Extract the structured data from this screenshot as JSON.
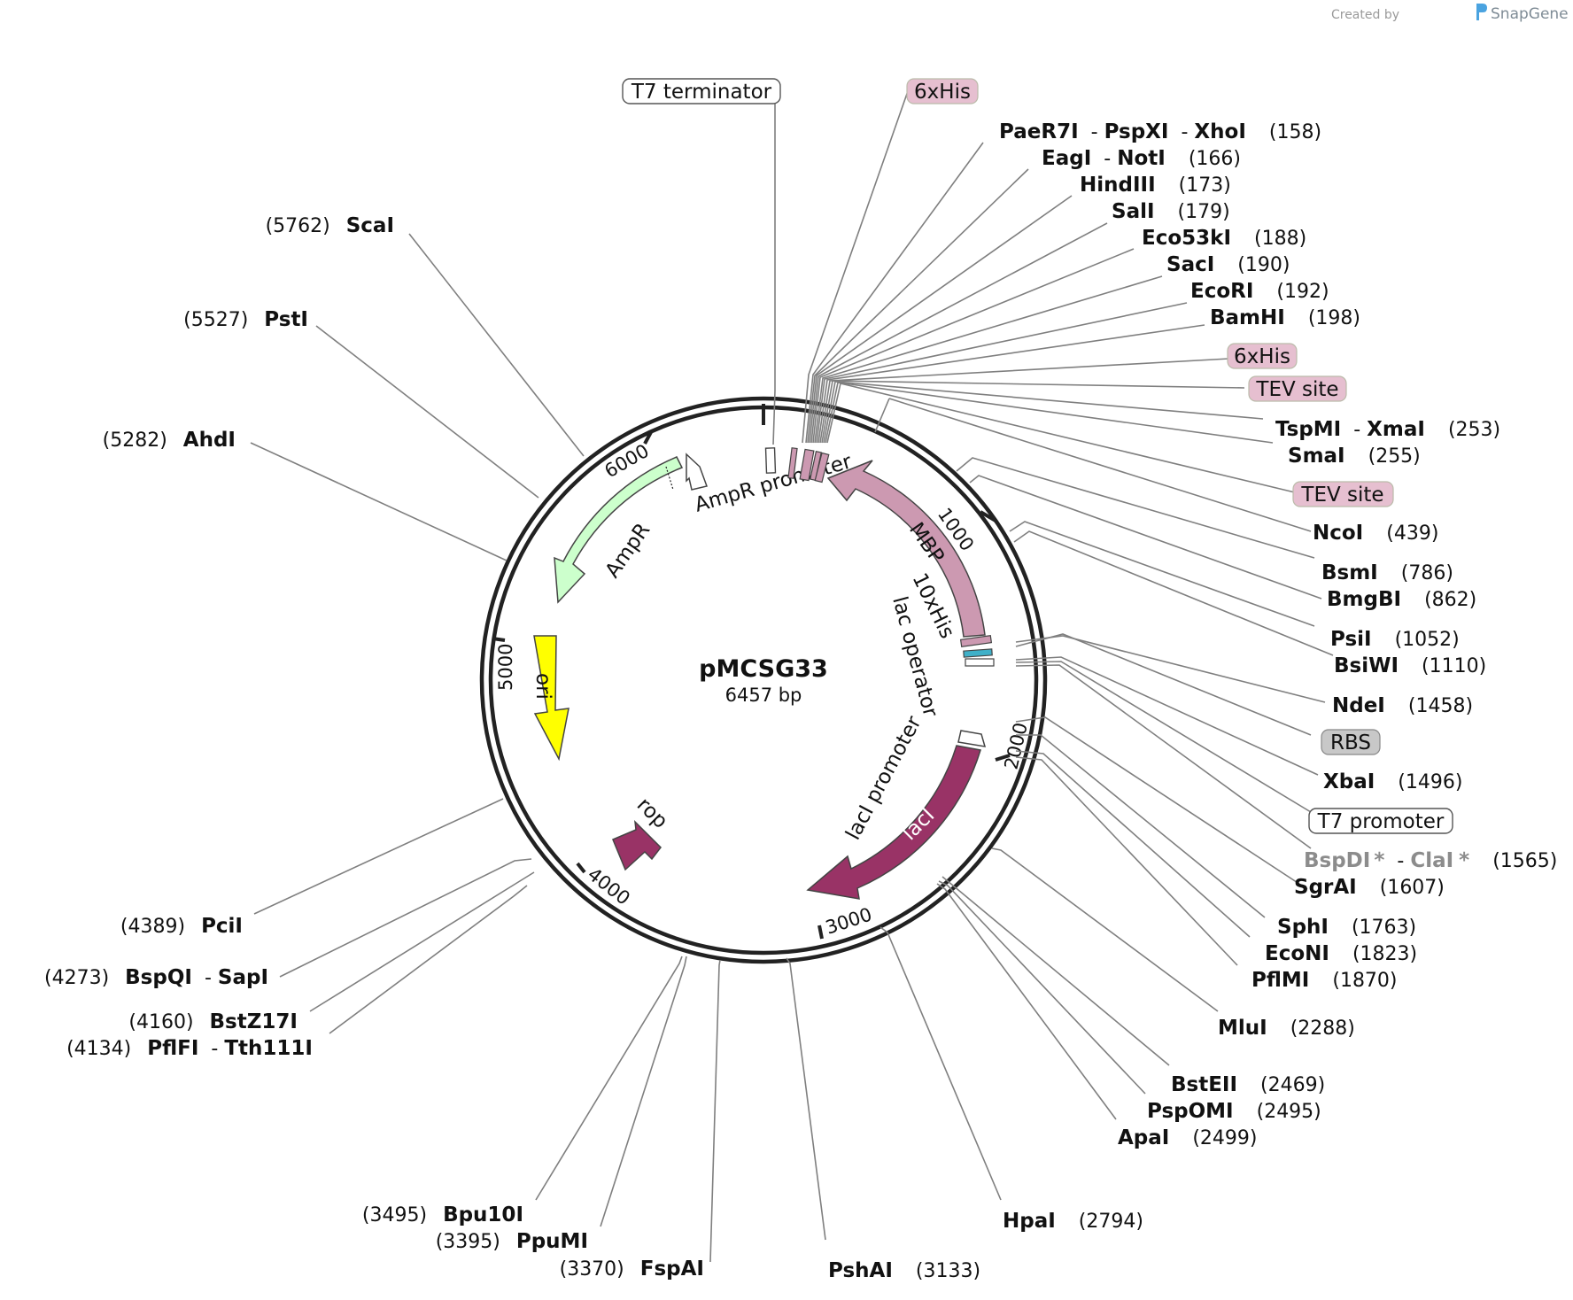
{
  "credit": {
    "created_by": "Created by",
    "app": "SnapGene"
  },
  "plasmid": {
    "name": "pMCSG33",
    "size": "6457 bp"
  },
  "ticks": [
    "1000",
    "2000",
    "3000",
    "4000",
    "5000",
    "6000"
  ],
  "features": {
    "mbp": "MBP",
    "ampr": "AmpR",
    "ampr_promoter": "AmpR promoter",
    "ori": "ori",
    "rop": "rop",
    "laci": "lacI",
    "laci_promoter": "lacI promoter",
    "his10": "10xHis",
    "lac_operator": "lac operator"
  },
  "boxes": {
    "t7_terminator": "T7 terminator",
    "his6_a": "6xHis",
    "his6_b": "6xHis",
    "tev_a": "TEV site",
    "tev_b": "TEV site",
    "rbs": "RBS",
    "t7_promoter": "T7 promoter"
  },
  "colors": {
    "mbp": "#cc99b1",
    "ampr": "#ccffcc",
    "ori": "#ffff00",
    "laci": "#993366",
    "rop": "#993366",
    "tag": "#e6bfd0",
    "rbs": "#c8c8c8"
  },
  "sites": {
    "paer7i": {
      "name": "PaeR7I",
      "name2": "PspXI",
      "name3": "XhoI",
      "pos": "(158)"
    },
    "eagi": {
      "name": "EagI",
      "name2": "NotI",
      "pos": "(166)"
    },
    "hindiii": {
      "name": "HindIII",
      "pos": "(173)"
    },
    "sali": {
      "name": "SalI",
      "pos": "(179)"
    },
    "eco53ki": {
      "name": "Eco53kI",
      "pos": "(188)"
    },
    "saci": {
      "name": "SacI",
      "pos": "(190)"
    },
    "ecori": {
      "name": "EcoRI",
      "pos": "(192)"
    },
    "bamhi": {
      "name": "BamHI",
      "pos": "(198)"
    },
    "tspmi": {
      "name": "TspMI",
      "name2": "XmaI",
      "pos": "(253)"
    },
    "smai": {
      "name": "SmaI",
      "pos": "(255)"
    },
    "ncoi": {
      "name": "NcoI",
      "pos": "(439)"
    },
    "bsmi": {
      "name": "BsmI",
      "pos": "(786)"
    },
    "bmgbi": {
      "name": "BmgBI",
      "pos": "(862)"
    },
    "psii": {
      "name": "PsiI",
      "pos": "(1052)"
    },
    "bsiwi": {
      "name": "BsiWI",
      "pos": "(1110)"
    },
    "ndei": {
      "name": "NdeI",
      "pos": "(1458)"
    },
    "xbai": {
      "name": "XbaI",
      "pos": "(1496)"
    },
    "bspdi": {
      "name": "BspDI",
      "star": "*",
      "name2": "ClaI",
      "star2": "*",
      "pos": "(1565)"
    },
    "sgrai": {
      "name": "SgrAI",
      "pos": "(1607)"
    },
    "sphi": {
      "name": "SphI",
      "pos": "(1763)"
    },
    "econi": {
      "name": "EcoNI",
      "pos": "(1823)"
    },
    "pflmi": {
      "name": "PflMI",
      "pos": "(1870)"
    },
    "mlui": {
      "name": "MluI",
      "pos": "(2288)"
    },
    "bsteii": {
      "name": "BstEII",
      "pos": "(2469)"
    },
    "pspomi": {
      "name": "PspOMI",
      "pos": "(2495)"
    },
    "apai": {
      "name": "ApaI",
      "pos": "(2499)"
    },
    "hpai": {
      "name": "HpaI",
      "pos": "(2794)"
    },
    "pshai": {
      "name": "PshAI",
      "pos": "(3133)"
    },
    "fspai": {
      "name": "FspAI",
      "pos": "(3370)"
    },
    "ppumi": {
      "name": "PpuMI",
      "pos": "(3395)"
    },
    "bpu10i": {
      "name": "Bpu10I",
      "pos": "(3495)"
    },
    "pflfi": {
      "name": "PflFI",
      "name2": "Tth111I",
      "pos": "(4134)"
    },
    "bstz17i": {
      "name": "BstZ17I",
      "pos": "(4160)"
    },
    "bspqi": {
      "name": "BspQI",
      "name2": "SapI",
      "pos": "(4273)"
    },
    "pcii": {
      "name": "PciI",
      "pos": "(4389)"
    },
    "ahdi": {
      "name": "AhdI",
      "pos": "(5282)"
    },
    "psti": {
      "name": "PstI",
      "pos": "(5527)"
    },
    "scai": {
      "name": "ScaI",
      "pos": "(5762)"
    }
  }
}
